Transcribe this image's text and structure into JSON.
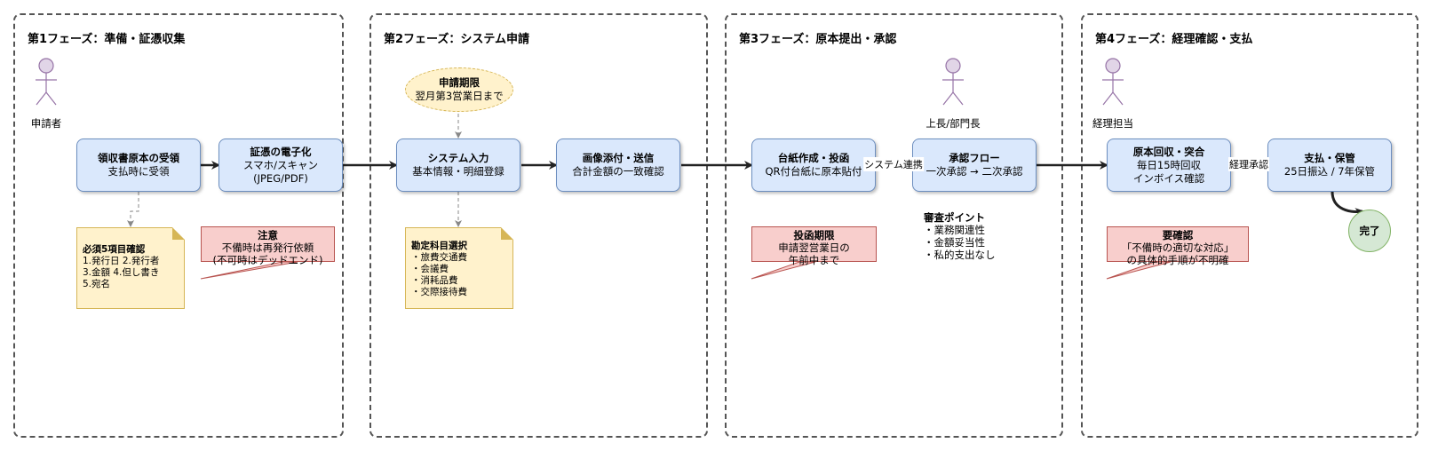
{
  "phases": [
    {
      "title": "第1フェーズ：準備・証憑収集"
    },
    {
      "title": "第2フェーズ：システム申請"
    },
    {
      "title": "第3フェーズ：原本提出・承認"
    },
    {
      "title": "第4フェーズ：経理確認・支払"
    }
  ],
  "actors": {
    "applicant": "申請者",
    "manager": "上長/部門長",
    "accounting": "経理担当"
  },
  "nodes": {
    "receipt": {
      "title": "領収書原本の受領",
      "sub": "支払時に受領"
    },
    "digitize": {
      "title": "証憑の電子化",
      "sub1": "スマホ/スキャン",
      "sub2": "(JPEG/PDF)"
    },
    "system_input": {
      "title": "システム入力",
      "sub": "基本情報・明細登録"
    },
    "attach_send": {
      "title": "画像添付・送信",
      "sub": "合計金額の一致確認"
    },
    "mount_submit": {
      "title": "台紙作成・投函",
      "sub": "QR付台紙に原本貼付"
    },
    "approval": {
      "title": "承認フロー",
      "sub": "一次承認 → 二次承認"
    },
    "collect_match": {
      "title": "原本回収・突合",
      "sub1": "毎日15時回収",
      "sub2": "インボイス確認"
    },
    "payment": {
      "title": "支払・保管",
      "sub": "25日振込 / 7年保管"
    },
    "done": "完了"
  },
  "notes": {
    "required_items": {
      "title": "必須5項目確認",
      "lines": [
        "1.発行日 2.発行者",
        "3.金額 4.但し書き",
        "5.宛名"
      ]
    },
    "caution": {
      "title": "注意",
      "lines": [
        "不備時は再発行依頼",
        "(不可時はデッドエンド)"
      ]
    },
    "deadline": {
      "title": "申請期限",
      "line": "翌月第3営業日まで"
    },
    "account_items": {
      "title": "勘定科目選択",
      "lines": [
        "・旅費交通費",
        "・会議費",
        "・消耗品費",
        "・交際接待費"
      ]
    },
    "submit_deadline": {
      "title": "投函期限",
      "lines": [
        "申請翌営業日の",
        "午前中まで"
      ]
    },
    "review_points": {
      "title": "審査ポイント",
      "lines": [
        "・業務関連性",
        "・金額妥当性",
        "・私的支出なし"
      ]
    },
    "to_confirm": {
      "title": "要確認",
      "lines": [
        "「不備時の適切な対応」",
        "の具体的手順が不明確"
      ]
    }
  },
  "edge_labels": {
    "system_link": "システム連携",
    "accounting_approval": "経理承認"
  },
  "colors": {
    "process_fill": "#dae8fc",
    "process_stroke": "#6c8ebf",
    "note_fill": "#fff2cc",
    "note_stroke": "#d6b656",
    "warn_fill": "#f8cecc",
    "warn_stroke": "#b85450",
    "done_fill": "#d5e8d4",
    "done_stroke": "#82b366",
    "actor_fill": "#e1d5e7",
    "actor_stroke": "#9673a6"
  }
}
